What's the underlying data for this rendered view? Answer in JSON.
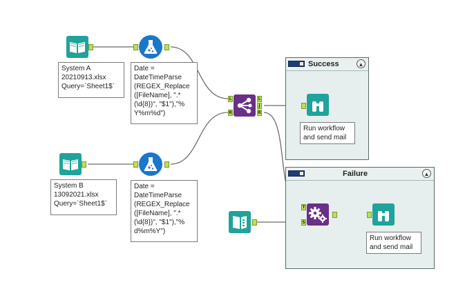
{
  "annotations": {
    "input_a": "System A\n20210913.xlsx\nQuery=`Sheet1$`",
    "input_b": "System B\n13092021.xlsx\nQuery=`Sheet1$`",
    "formula_a": "Date =\nDateTimeParse\n(REGEX_Replace\n([FileName], \".*\n(\\d{8})\", \"$1\"),\"%\nY%m%d\")",
    "formula_b": "Date =\nDateTimeParse\n(REGEX_Replace\n([FileName], \".*\n(\\d{8})\", \"$1\"),\"%\nd%m%Y\")",
    "browse_success": "Run workflow\nand send mail",
    "browse_failure": "Run workflow\nand send mail"
  },
  "containers": {
    "success": {
      "title": "Success"
    },
    "failure": {
      "title": "Failure"
    }
  },
  "anchors": {
    "join_left": "L",
    "join_right": "R",
    "join_out_l": "L",
    "join_out_j": "J",
    "join_out_r": "R",
    "test_t": "T",
    "test_s": "S"
  },
  "icons": {
    "input": "book-icon",
    "formula": "flask-icon",
    "join": "join-icon",
    "browse": "binoculars-icon",
    "directory": "directory-icon",
    "test": "gears-icon",
    "container_toggle": "toggle-icon",
    "container_collapse": "chevron-up-icon"
  },
  "colors": {
    "teal": "#1fa39a",
    "formula_blue": "#1a77c9",
    "purple": "#6a2f87",
    "anchor_green": "#b8e05a",
    "wire": "#6b6b6b"
  }
}
